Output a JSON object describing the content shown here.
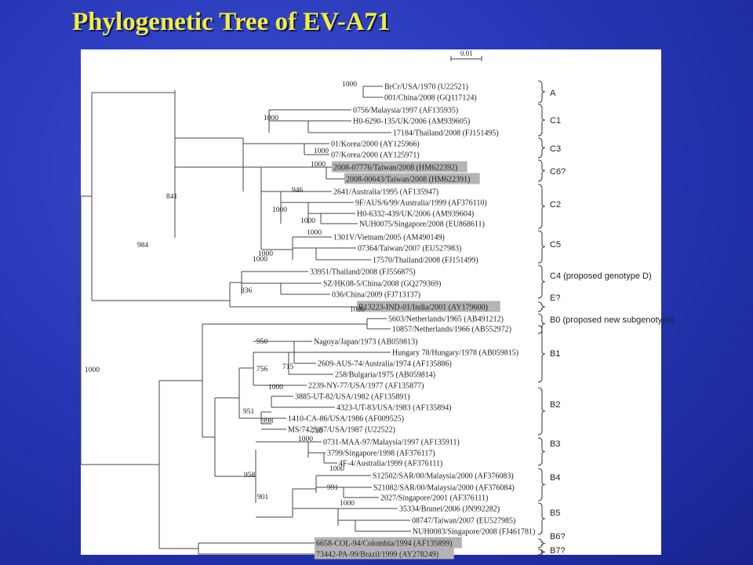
{
  "title": "Phylogenetic Tree of EV-A71",
  "scale_label": "0.01",
  "taxa": [
    {
      "label": "BrCr/USA/1970 (U22521)",
      "highlight": false
    },
    {
      "label": "001/China/2008 (GQ117124)",
      "highlight": false
    },
    {
      "label": "0756/Malaysia/1997 (AF135935)",
      "highlight": false
    },
    {
      "label": "H0-6290-135/UK/2006 (AM939605)",
      "highlight": false
    },
    {
      "label": "17184/Thailand/2008 (FJ151495)",
      "highlight": false
    },
    {
      "label": "01/Korea/2000 (AY125966)",
      "highlight": false
    },
    {
      "label": "07/Korea/2000 (AY125971)",
      "highlight": false
    },
    {
      "label": "2008-07776/Taiwan/2008 (HM622392)",
      "highlight": true
    },
    {
      "label": "2008-00643/Taiwan/2008 (HM622391)",
      "highlight": true
    },
    {
      "label": "2641/Australia/1995 (AF135947)",
      "highlight": false
    },
    {
      "label": "9F/AUS/6/99/Australia/1999 (AF376110)",
      "highlight": false
    },
    {
      "label": "H0-6332-439/UK/2006 (AM939604)",
      "highlight": false
    },
    {
      "label": "NUH0075/Singapore/2008 (EU868611)",
      "highlight": false
    },
    {
      "label": "1301V/Vietnam/2005 (AM490149)",
      "highlight": false
    },
    {
      "label": "07364/Taiwan/2007 (EU527983)",
      "highlight": false
    },
    {
      "label": "17570/Thailand/2008 (FJ151499)",
      "highlight": false
    },
    {
      "label": "33951/Thailand/2008 (FJ556875)",
      "highlight": false
    },
    {
      "label": "SZ/HK08-5/China/2008 (GQ279369)",
      "highlight": false
    },
    {
      "label": "036/China/2009 (FJ713137)",
      "highlight": false
    },
    {
      "label": "R13223-IND-01/India/2001 (AY179600)",
      "highlight": true
    },
    {
      "label": "5603/Netherlands/1965 (AB491212)",
      "highlight": false
    },
    {
      "label": "10857/Netherlands/1966 (AB552972)",
      "highlight": false
    },
    {
      "label": "Nagoya/Japan/1973 (AB059813)",
      "highlight": false
    },
    {
      "label": "Hungary 78/Hungary/1978 (AB059815)",
      "highlight": false
    },
    {
      "label": "2609-AUS-74/Australia/1974 (AF135886)",
      "highlight": false
    },
    {
      "label": "258/Bulgaria/1975 (AB059814)",
      "highlight": false
    },
    {
      "label": "2239-NY-77/USA/1977 (AF135877)",
      "highlight": false
    },
    {
      "label": "3885-UT-82/USA/1982 (AF135891)",
      "highlight": false
    },
    {
      "label": "4323-UT-83/USA/1983 (AF135894)",
      "highlight": false
    },
    {
      "label": "1410-CA-86/USA/1986 (AF009525)",
      "highlight": false
    },
    {
      "label": "MS/7423/87/USA/1987 (U22522)",
      "highlight": false
    },
    {
      "label": "0731-MAA-97/Malaysia/1997 (AF135911)",
      "highlight": false
    },
    {
      "label": "3799/Singapore/1998 (AF376117)",
      "highlight": false
    },
    {
      "label": "4F-4/Australia/1999 (AF376111)",
      "highlight": false
    },
    {
      "label": "S12502/SAR/00/Malaysia/2000 (AF376083)",
      "highlight": false
    },
    {
      "label": "S21082/SAR/00/Malaysia/2000 (AF376084)",
      "highlight": false
    },
    {
      "label": "2027/Singapore/2001 (AF376111)",
      "highlight": false
    },
    {
      "label": "35334/Brunei/2006 (JN992282)",
      "highlight": false
    },
    {
      "label": "08747/Taiwan/2007 (EU527985)",
      "highlight": false
    },
    {
      "label": "NUH0083/Singapore/2008 (FJ461781)",
      "highlight": false
    },
    {
      "label": "6658-COL-94/Colombia/1994 (AF135899)",
      "highlight": true
    },
    {
      "label": "73442-PA-99/Brazil/1999 (AY278249)",
      "highlight": true
    }
  ],
  "bootstrap": [
    "1000",
    "1000",
    "1000",
    "1000",
    "946",
    "1000",
    "1000",
    "1000",
    "1000",
    "1000",
    "836",
    "841",
    "984",
    "1000",
    "950",
    "715",
    "756",
    "1000",
    "951",
    "998",
    "730",
    "1000",
    "1000",
    "991",
    "1000",
    "901",
    "958",
    "1000"
  ],
  "clades": [
    {
      "label": "A"
    },
    {
      "label": "C1"
    },
    {
      "label": "C3"
    },
    {
      "label": "C6?"
    },
    {
      "label": "C2"
    },
    {
      "label": "C5"
    },
    {
      "label": "C4 (proposed genotype D)"
    },
    {
      "label": "E?"
    },
    {
      "label": "B0 (proposed new subgenotype)"
    },
    {
      "label": "B1"
    },
    {
      "label": "B2"
    },
    {
      "label": "B3"
    },
    {
      "label": "B4"
    },
    {
      "label": "B5"
    },
    {
      "label": "B6?"
    },
    {
      "label": "B7?"
    }
  ]
}
